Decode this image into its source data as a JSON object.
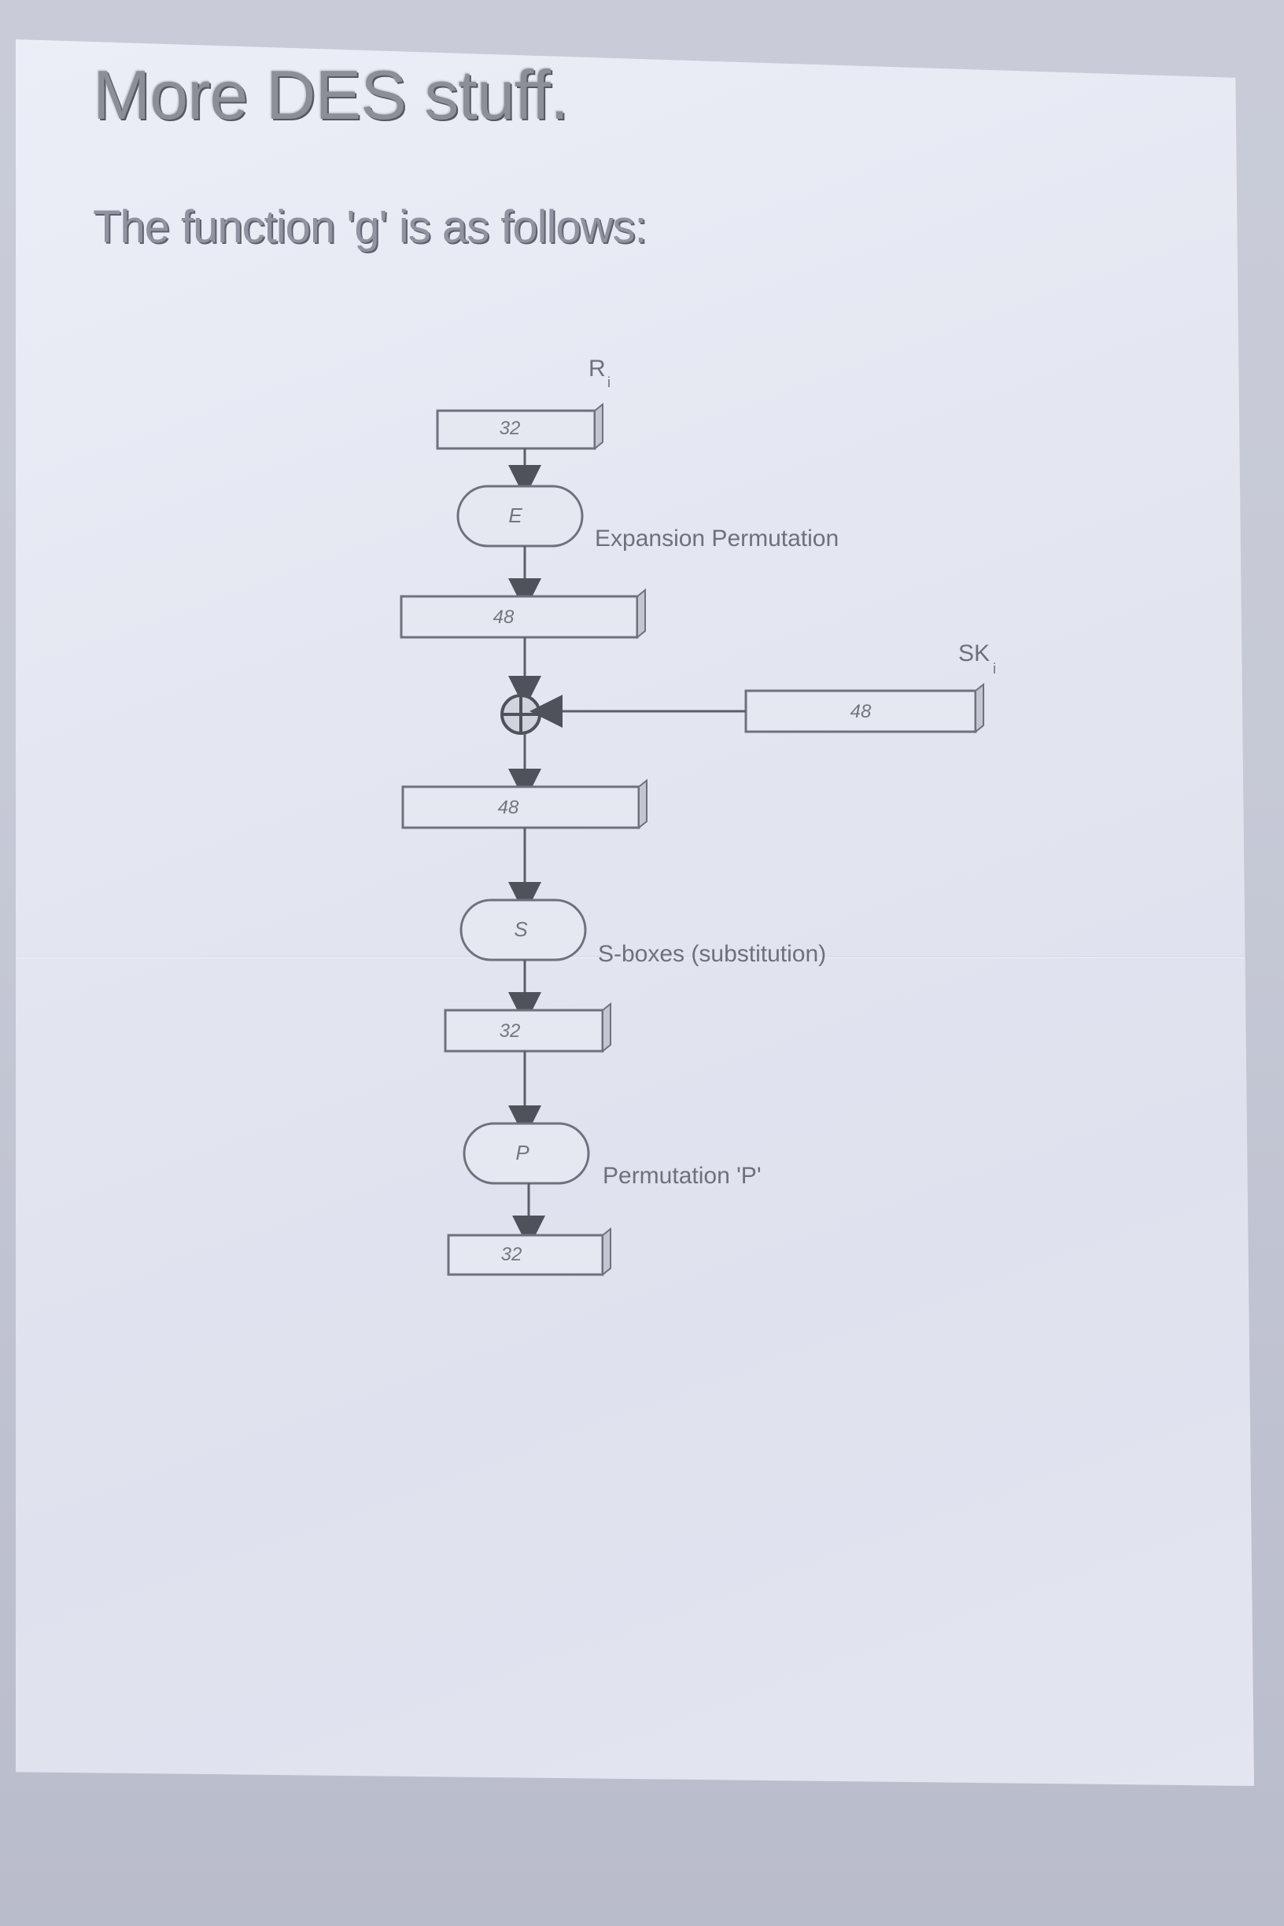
{
  "document": {
    "title": "More DES stuff.",
    "subtitle": "The function 'g' is as follows:"
  },
  "diagram": {
    "input_label": "R",
    "input_subscript": "i",
    "key_label": "SK",
    "key_subscript": "i",
    "box_1": "32",
    "op_expansion": "E",
    "expansion_text": "Expansion Permutation",
    "box_2": "48",
    "key_box": "48",
    "box_3": "48",
    "op_sbox": "S",
    "sbox_text": "S-boxes (substitution)",
    "box_4": "32",
    "op_perm": "P",
    "perm_text": "Permutation 'P'",
    "box_5": "32"
  }
}
